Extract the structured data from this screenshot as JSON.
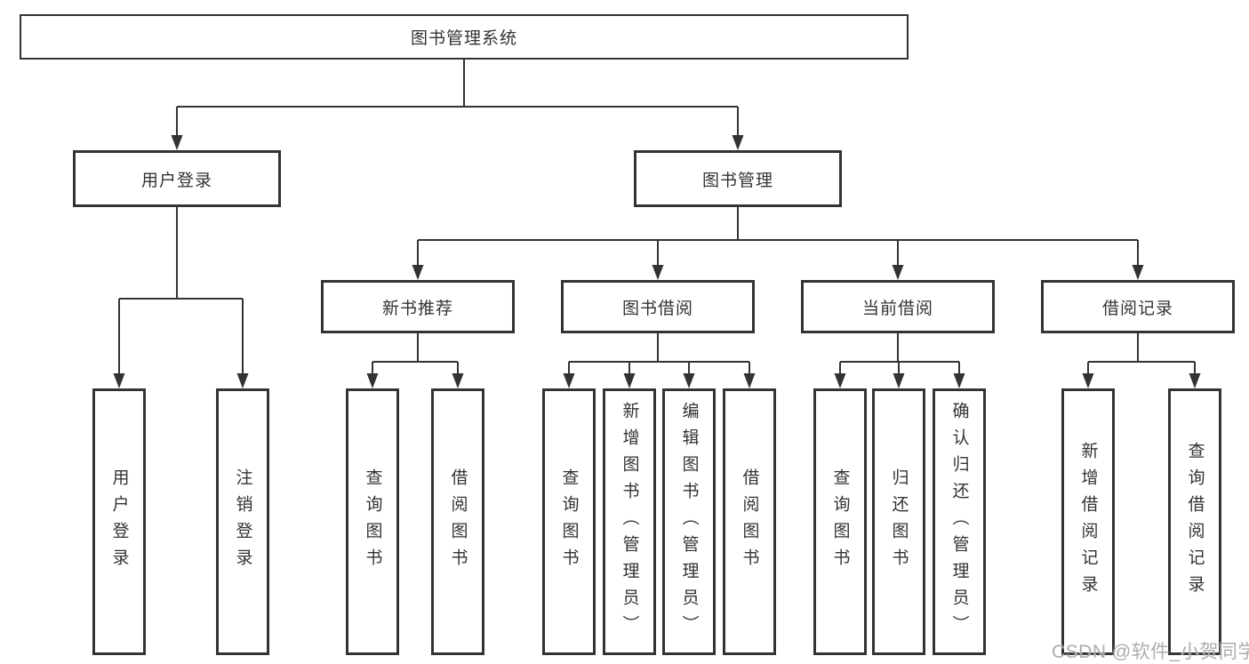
{
  "diagram": {
    "title": "图书管理系统",
    "branches": {
      "user_login": {
        "label": "用户登录",
        "children": [
          "用户登录",
          "注销登录"
        ]
      },
      "book_mgmt": {
        "label": "图书管理"
      }
    },
    "modules": {
      "new_books": {
        "label": "新书推荐",
        "children": [
          "查询图书",
          "借阅图书"
        ]
      },
      "book_borrow": {
        "label": "图书借阅",
        "children": [
          "查询图书",
          "新增图书（管理员）",
          "编辑图书（管理员）",
          "借阅图书"
        ]
      },
      "current_borrow": {
        "label": "当前借阅",
        "children": [
          "查询图书",
          "归还图书",
          "确认归还（管理员）"
        ]
      },
      "borrow_records": {
        "label": "借阅记录",
        "children": [
          "新增借阅记录",
          "查询借阅记录"
        ]
      }
    }
  },
  "watermark": "CSDN @软件_小贺同学",
  "colors": {
    "line": "#333333",
    "text": "#333333",
    "box_background": "#ffffff",
    "watermark": "#a6a6a6",
    "background": "#ffffff"
  }
}
